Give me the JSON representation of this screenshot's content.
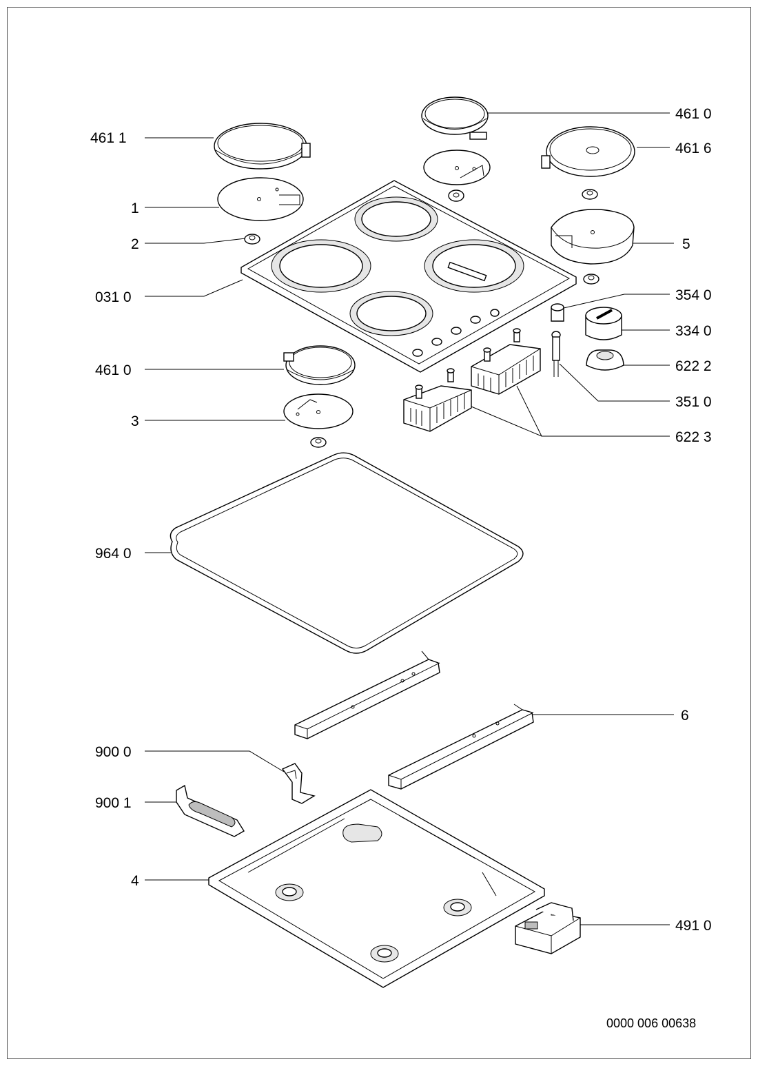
{
  "labels": {
    "p4611": "461  1",
    "p4610_top": "461 0",
    "p4616": "461 6",
    "p1": "1",
    "p2": "2",
    "p5": "5",
    "p0310": "031 0",
    "p3540": "354 0",
    "p3340": "334 0",
    "p4610_left": "461 0",
    "p6222": "622 2",
    "p3510": "351 0",
    "p3": "3",
    "p6223": "622 3",
    "p9640": "964 0",
    "p6": "6",
    "p9000": "900 0",
    "p9001": "900 1",
    "p4": "4",
    "p4910": "491 0"
  },
  "document_number": "0000 006 00638"
}
